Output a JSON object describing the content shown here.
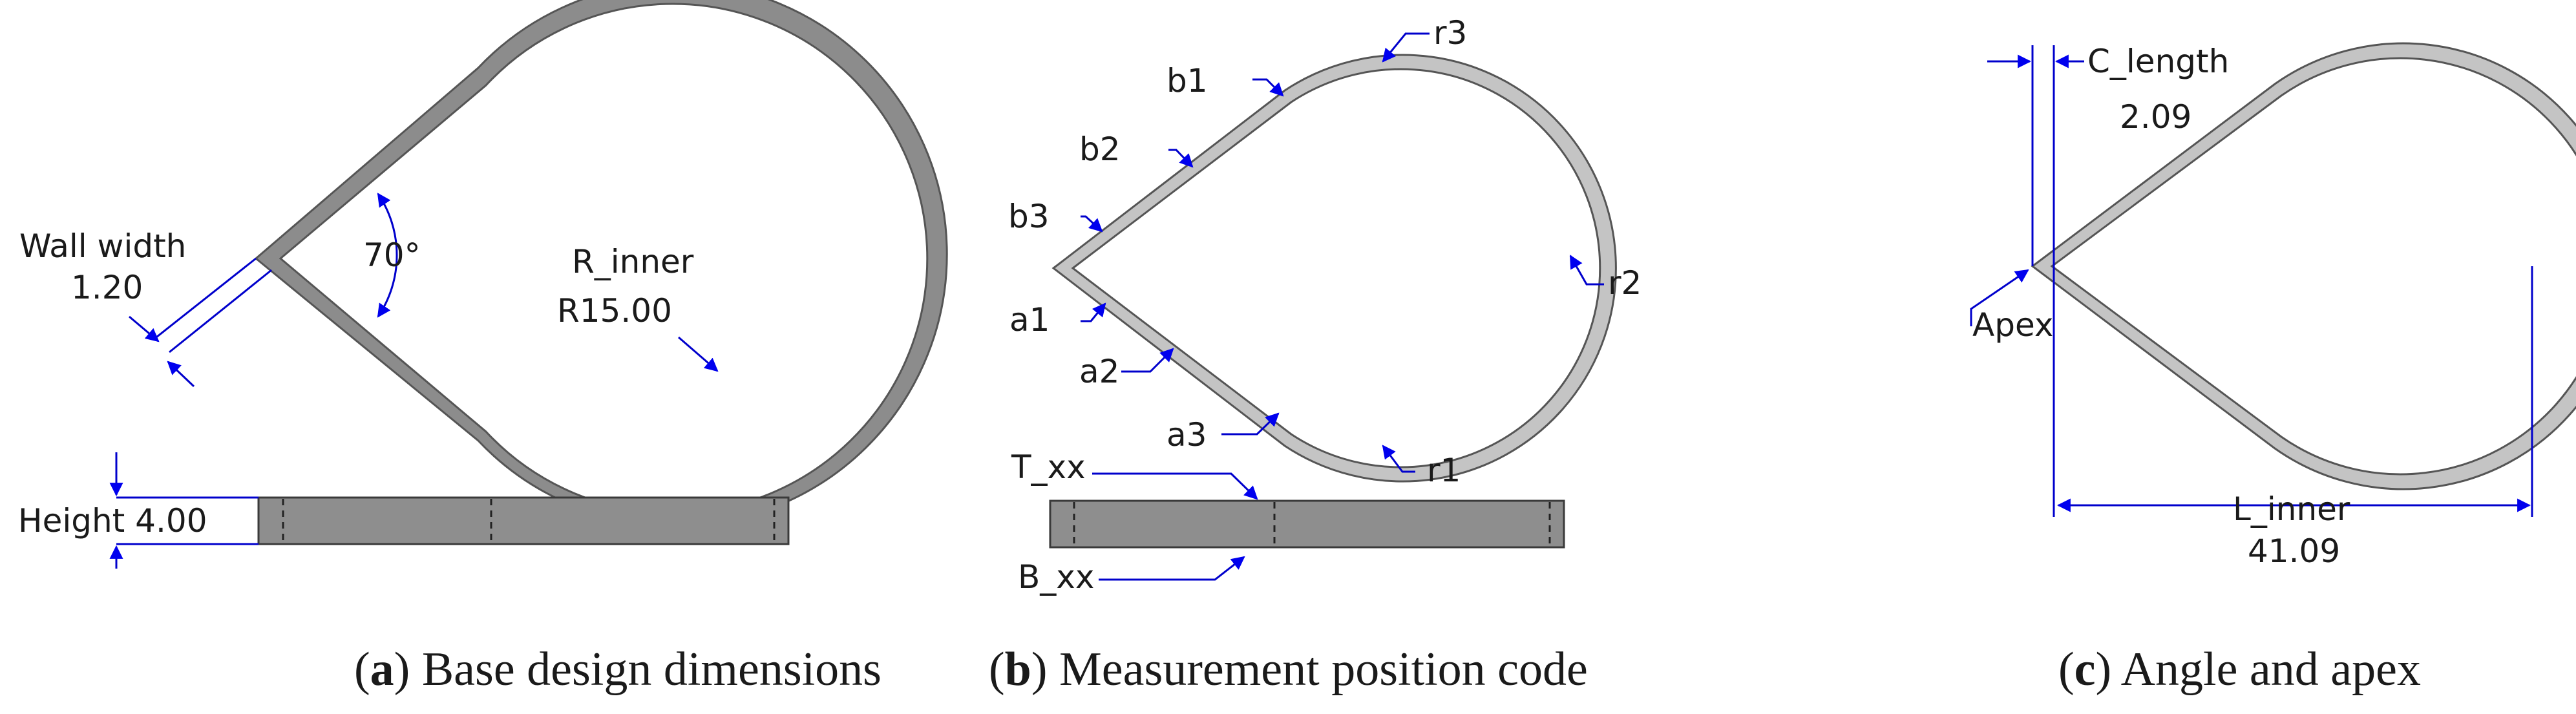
{
  "panels": {
    "a": {
      "caption_letter": "a",
      "caption_text": "Base design dimensions",
      "wall_width_label": "Wall width",
      "wall_width_value": "1.20",
      "angle_value": "70°",
      "r_inner_label": "R_inner",
      "r_inner_value": "R15.00",
      "height_label": "Height 4.00"
    },
    "b": {
      "caption_letter": "b",
      "caption_text": "Measurement position code",
      "codes": [
        "b1",
        "b2",
        "b3",
        "a1",
        "a2",
        "a3",
        "r1",
        "r2",
        "r3",
        "T_xx",
        "B_xx"
      ]
    },
    "c": {
      "caption_letter": "c",
      "caption_text": "Angle and apex",
      "c_length_label": "C_length",
      "c_length_value": "2.09",
      "apex_label": "Apex",
      "l_inner_label": "L_inner",
      "l_inner_value": "41.09"
    }
  },
  "colors": {
    "dimension_blue": "#0000cc",
    "wall_gray": "#8c8c8c",
    "ring_gray": "#c4c4c4"
  }
}
